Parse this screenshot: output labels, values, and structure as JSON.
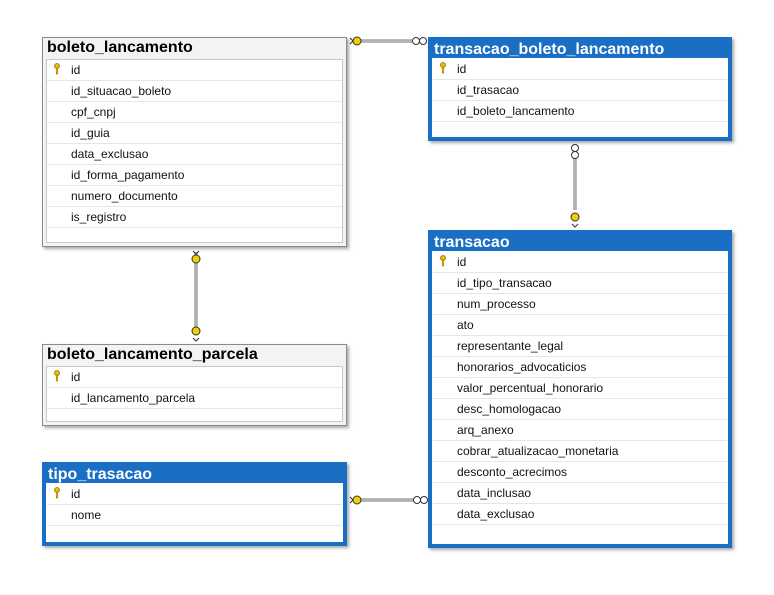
{
  "tables": {
    "boleto_lancamento": {
      "title": "boleto_lancamento",
      "columns": [
        "id",
        "id_situacao_boleto",
        "cpf_cnpj",
        "id_guia",
        "data_exclusao",
        "id_forma_pagamento",
        "numero_documento",
        "is_registro"
      ]
    },
    "transacao_boleto_lancamento": {
      "title": "transacao_boleto_lancamento",
      "columns": [
        "id",
        "id_trasacao",
        "id_boleto_lancamento"
      ]
    },
    "boleto_lancamento_parcela": {
      "title": "boleto_lancamento_parcela",
      "columns": [
        "id",
        "id_lancamento_parcela"
      ]
    },
    "transacao": {
      "title": "transacao",
      "columns": [
        "id",
        "id_tipo_transacao",
        "num_processo",
        "ato",
        "representante_legal",
        "honorarios_advocaticios",
        "valor_percentual_honorario",
        "desc_homologacao",
        "arq_anexo",
        "cobrar_atualizacao_monetaria",
        "desconto_acrecimos",
        "data_inclusao",
        "data_exclusao"
      ]
    },
    "tipo_trasacao": {
      "title": "tipo_trasacao",
      "columns": [
        "id",
        "nome"
      ]
    }
  },
  "colors": {
    "selected": "#1a6fc4",
    "key": "#f0c000",
    "line": "#7a7a7a"
  }
}
